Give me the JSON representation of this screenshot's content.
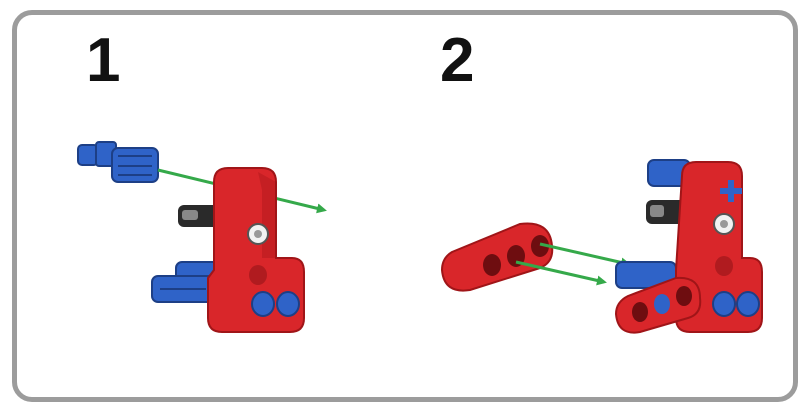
{
  "steps": [
    {
      "number": "1"
    },
    {
      "number": "2"
    }
  ],
  "colors": {
    "beam_red": "#d9262a",
    "beam_red_dark": "#a01518",
    "pin_blue": "#2f63c8",
    "pin_blue_dark": "#1d3f86",
    "axle_black": "#2a2a2a",
    "arrow_green": "#35a94a",
    "frame_gray": "#9c9c9c"
  },
  "icons": [
    "blue-pin",
    "black-pin",
    "red-angled-beam",
    "red-three-hole-beam",
    "green-arrow"
  ]
}
